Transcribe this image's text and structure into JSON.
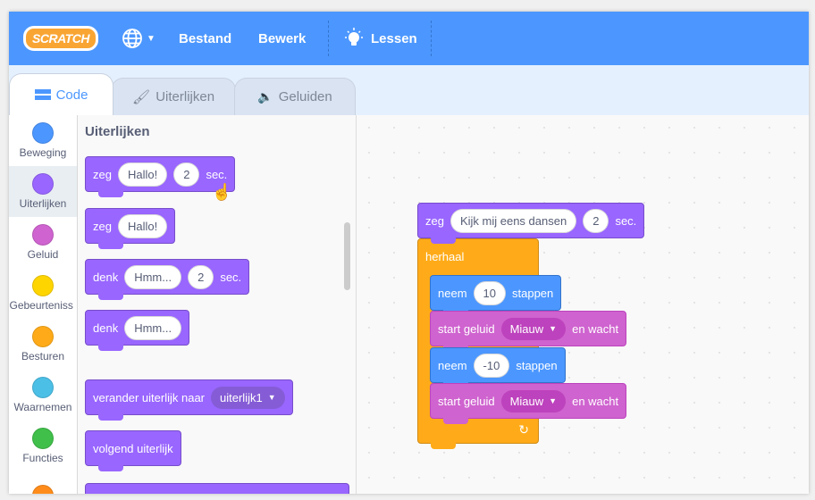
{
  "header": {
    "logo": "SCRATCH",
    "menu": [
      "Bestand",
      "Bewerk"
    ],
    "lessons": "Lessen"
  },
  "tabs": [
    {
      "label": "Code"
    },
    {
      "label": "Uiterlijken"
    },
    {
      "label": "Geluiden"
    }
  ],
  "categories": [
    {
      "label": "Beweging",
      "color": "#4c97ff"
    },
    {
      "label": "Uiterlijken",
      "color": "#9966ff"
    },
    {
      "label": "Geluid",
      "color": "#cf63cf"
    },
    {
      "label": "Gebeurteniss",
      "color": "#ffd500"
    },
    {
      "label": "Besturen",
      "color": "#ffab19"
    },
    {
      "label": "Waarnemen",
      "color": "#4cbfe6"
    },
    {
      "label": "Functies",
      "color": "#40bf4a"
    }
  ],
  "palette": {
    "title": "Uiterlijken",
    "blocks": [
      {
        "words": [
          "zeg",
          "sec."
        ],
        "inputs": [
          "Hallo!",
          "2"
        ]
      },
      {
        "words": [
          "zeg"
        ],
        "inputs": [
          "Hallo!"
        ]
      },
      {
        "words": [
          "denk",
          "sec."
        ],
        "inputs": [
          "Hmm...",
          "2"
        ]
      },
      {
        "words": [
          "denk"
        ],
        "inputs": [
          "Hmm..."
        ]
      },
      {
        "label": "verander uiterlijk naar",
        "dropdown": "uiterlijk1"
      },
      {
        "label": "volgend uiterlijk"
      }
    ]
  },
  "script": {
    "say": {
      "word": "zeg",
      "text": "Kijk mij eens dansen",
      "secs": "2",
      "unit": "sec."
    },
    "repeat": {
      "label": "herhaal"
    },
    "move1": {
      "word": "neem",
      "steps": "10",
      "unit": "stappen"
    },
    "sound1": {
      "word": "start geluid",
      "sound": "Miauw",
      "suffix": "en wacht"
    },
    "move2": {
      "word": "neem",
      "steps": "-10",
      "unit": "stappen"
    },
    "sound2": {
      "word": "start geluid",
      "sound": "Miauw",
      "suffix": "en wacht"
    }
  }
}
